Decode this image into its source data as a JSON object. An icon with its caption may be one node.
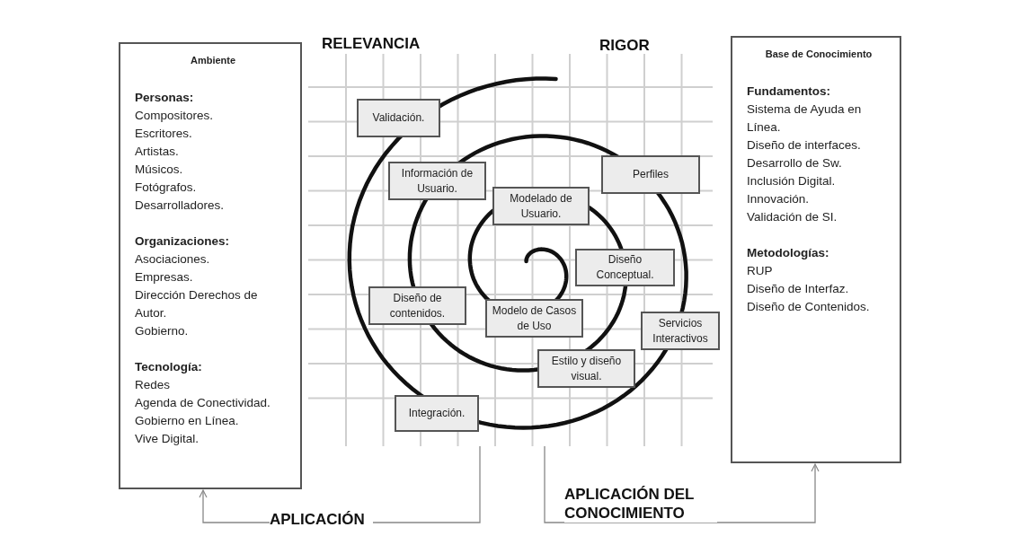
{
  "diagram": {
    "nodes": [
      {
        "text": [
          "Ambiente",
          "Personas:",
          "Compositores.",
          "Escritores.",
          "Artistas.",
          "Músicos.",
          "Fotógrafos.",
          "Desarrolladores.",
          "Organizaciones:",
          "Asociaciones.",
          "Empresas.",
          "Dirección Derechos de Autor.",
          "Gobierno.",
          "Tecnología:",
          "Redes",
          "Agenda de Conectividad.",
          "Gobierno en Línea.",
          "Vive Digital."
        ]
      },
      {
        "text": [],
        "shape": "picture"
      },
      {
        "text": [
          "Validación."
        ],
        "in": 1
      },
      {
        "text": [
          "Información de Usuario."
        ],
        "in": 1
      },
      {
        "text": [
          "Perfiles"
        ],
        "in": 1
      },
      {
        "text": [
          "Modelado de Usuario."
        ],
        "in": 1
      },
      {
        "text": [
          "Diseño Conceptual."
        ],
        "in": 1
      },
      {
        "text": [
          "Diseño de contenidos."
        ],
        "in": 1
      },
      {
        "text": [
          "Modelo de Casos de Uso"
        ],
        "in": 1
      },
      {
        "text": [
          "Servicios Interactivos"
        ],
        "in": 1
      },
      {
        "text": [
          "Estilo y diseño visual."
        ],
        "in": 1
      },
      {
        "text": [
          "Integración."
        ],
        "in": 1
      },
      {
        "text": [
          "Base de Conocimiento",
          "Fundamentos:",
          "Sistema de Ayuda en Línea.",
          "Diseño de interfaces.",
          "Desarrollo de Sw.",
          "Inclusión Digital.",
          "Innovación.",
          "Validación de SI.",
          "Metodologías:",
          "RUP",
          "Diseño de Interfaz.",
          "Diseño de Contenidos."
        ]
      }
    ],
    "edges": [
      {
        "from": 1,
        "to": 0,
        "arrow": "to",
        "label": "APLICACIÓN"
      },
      {
        "from": 1,
        "to": 12,
        "arrow": "to",
        "label": "APLICACIÓN DEL CONOCIMIENTO"
      }
    ],
    "labels": [
      "RELEVANCIA",
      "RIGOR"
    ]
  }
}
